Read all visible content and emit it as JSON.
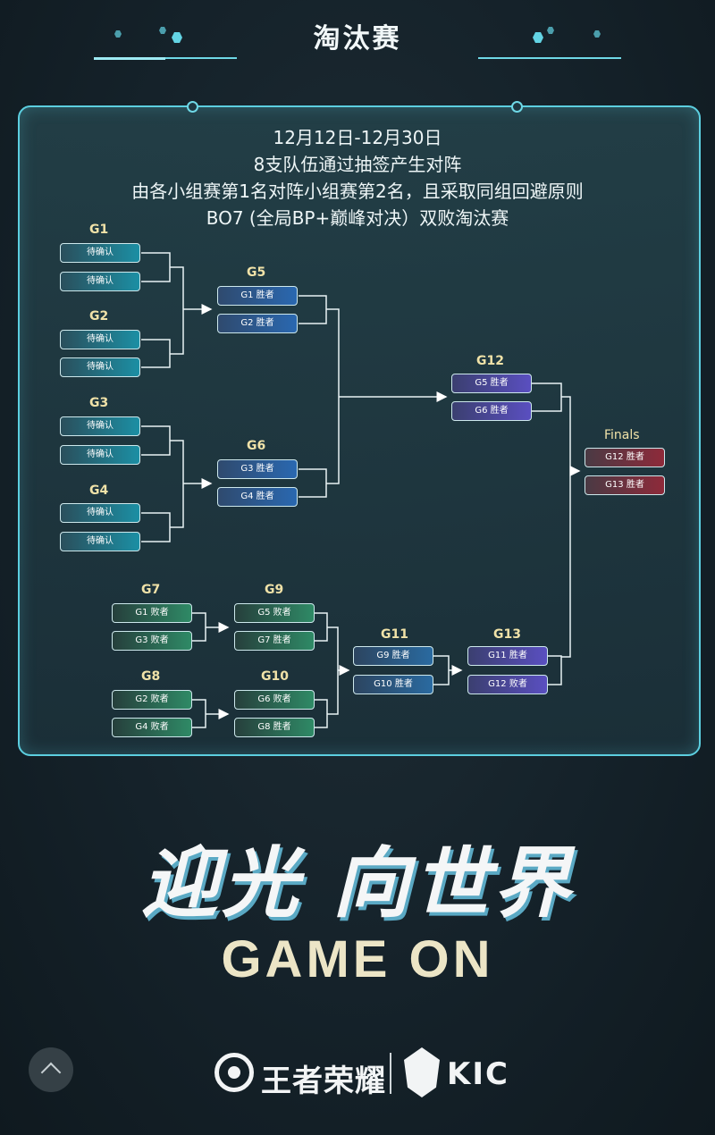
{
  "header": {
    "title": "淘汰赛"
  },
  "info": {
    "line1": "12月12日-12月30日",
    "line2": "8支队伍通过抽签产生对阵",
    "line3": "由各小组赛第1名对阵小组赛第2名，且采取同组回避原则",
    "line4": "BO7 (全局BP+巅峰对决）双败淘汰赛"
  },
  "bracket": {
    "g1": {
      "label": "G1",
      "slot1": "待确认",
      "slot2": "待确认"
    },
    "g2": {
      "label": "G2",
      "slot1": "待确认",
      "slot2": "待确认"
    },
    "g3": {
      "label": "G3",
      "slot1": "待确认",
      "slot2": "待确认"
    },
    "g4": {
      "label": "G4",
      "slot1": "待确认",
      "slot2": "待确认"
    },
    "g5": {
      "label": "G5",
      "slot1": "G1 胜者",
      "slot2": "G2 胜者"
    },
    "g6": {
      "label": "G6",
      "slot1": "G3 胜者",
      "slot2": "G4 胜者"
    },
    "g12": {
      "label": "G12",
      "slot1": "G5 胜者",
      "slot2": "G6 胜者"
    },
    "finals": {
      "label": "Finals",
      "slot1": "G12 胜者",
      "slot2": "G13 胜者"
    },
    "g7": {
      "label": "G7",
      "slot1": "G1 败者",
      "slot2": "G3 败者"
    },
    "g8": {
      "label": "G8",
      "slot1": "G2 败者",
      "slot2": "G4 败者"
    },
    "g9": {
      "label": "G9",
      "slot1": "G5 败者",
      "slot2": "G7 胜者"
    },
    "g10": {
      "label": "G10",
      "slot1": "G6 败者",
      "slot2": "G8 胜者"
    },
    "g11": {
      "label": "G11",
      "slot1": "G9 胜者",
      "slot2": "G10 胜者"
    },
    "g13": {
      "label": "G13",
      "slot1": "G11 胜者",
      "slot2": "G12 败者"
    }
  },
  "branding": {
    "slogan": "迎光 向世界",
    "tagline": "GAME ON",
    "game_logo_text": "王者荣耀",
    "event_logo_text": "KIC"
  },
  "colors": {
    "accent": "#5ccfe0",
    "label_gold": "#f0e2a8",
    "background": "#15222a"
  },
  "icons": {
    "scroll_top": "chevron-up-icon"
  }
}
